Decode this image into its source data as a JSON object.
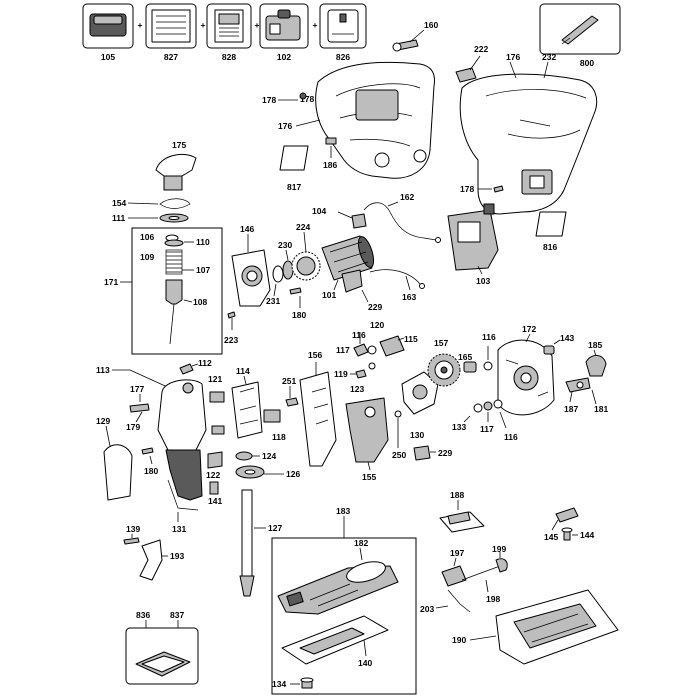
{
  "labels": {
    "l105": "105",
    "l827": "827",
    "l828": "828",
    "l102": "102",
    "l826": "826",
    "l160": "160",
    "l222": "222",
    "l176a": "176",
    "l232": "232",
    "l800": "800",
    "l178a": "178",
    "l176b": "176",
    "l186": "186",
    "l817": "817",
    "l178b": "178",
    "l816": "816",
    "l175": "175",
    "l154": "154",
    "l111": "111",
    "l106": "106",
    "l110": "110",
    "l109": "109",
    "l107": "107",
    "l171": "171",
    "l108": "108",
    "l146": "146",
    "l230": "230",
    "l224": "224",
    "l104": "104",
    "l162": "162",
    "l231": "231",
    "l101": "101",
    "l180a": "180",
    "l229a": "229",
    "l163": "163",
    "l103": "103",
    "l223": "223",
    "l116a": "116",
    "l120": "120",
    "l115": "115",
    "l117a": "117",
    "l157": "157",
    "l116b": "116",
    "l172": "172",
    "l143": "143",
    "l185": "185",
    "l119": "119",
    "l123": "123",
    "l165": "165",
    "l156": "156",
    "l113": "113",
    "l112": "112",
    "l121": "121",
    "l114": "114",
    "l251": "251",
    "l177": "177",
    "l179": "179",
    "l118": "118",
    "l130": "130",
    "l133": "133",
    "l117b": "117",
    "l116c": "116",
    "l187": "187",
    "l181": "181",
    "l129": "129",
    "l122": "122",
    "l124": "124",
    "l250": "250",
    "l229b": "229",
    "l155": "155",
    "l180b": "180",
    "l126": "126",
    "l141": "141",
    "l131": "131",
    "l188": "188",
    "l145": "145",
    "l144": "144",
    "l183": "183",
    "l127": "127",
    "l182": "182",
    "l139": "139",
    "l193": "193",
    "l197": "197",
    "l199": "199",
    "l198": "198",
    "l203": "203",
    "l836": "836",
    "l837": "837",
    "l190": "190",
    "l140": "140",
    "l134": "134"
  },
  "plus_sign": "+"
}
